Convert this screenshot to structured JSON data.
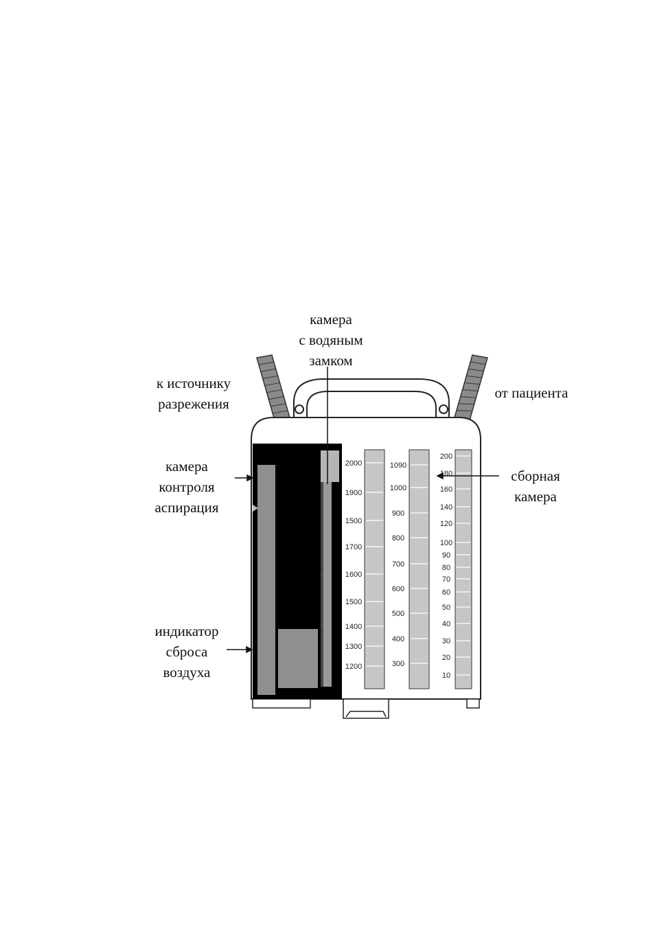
{
  "labels": {
    "water_seal_chamber": [
      "камера",
      "с водяным",
      "замком"
    ],
    "vacuum_source": [
      "к источнику",
      "разрежения"
    ],
    "from_patient": [
      "от пациента"
    ],
    "suction_control_chamber": [
      "камера",
      "контроля",
      "аспирация"
    ],
    "collection_chamber": [
      "сборная",
      "камера"
    ],
    "air_leak_indicator": [
      "индикатор",
      "сброса",
      "воздуха"
    ]
  },
  "scales": {
    "column_1": [
      "2000",
      "1900",
      "1500",
      "1700",
      "1600",
      "1500",
      "1400",
      "1300",
      "1200"
    ],
    "column_2": [
      "1090",
      "1000",
      "900",
      "800",
      "700",
      "600",
      "500",
      "400",
      "300"
    ],
    "column_3": [
      "200",
      "180",
      "160",
      "140",
      "120",
      "100",
      "90",
      "80",
      "70",
      "60",
      "50",
      "40",
      "30",
      "20",
      "10"
    ]
  }
}
